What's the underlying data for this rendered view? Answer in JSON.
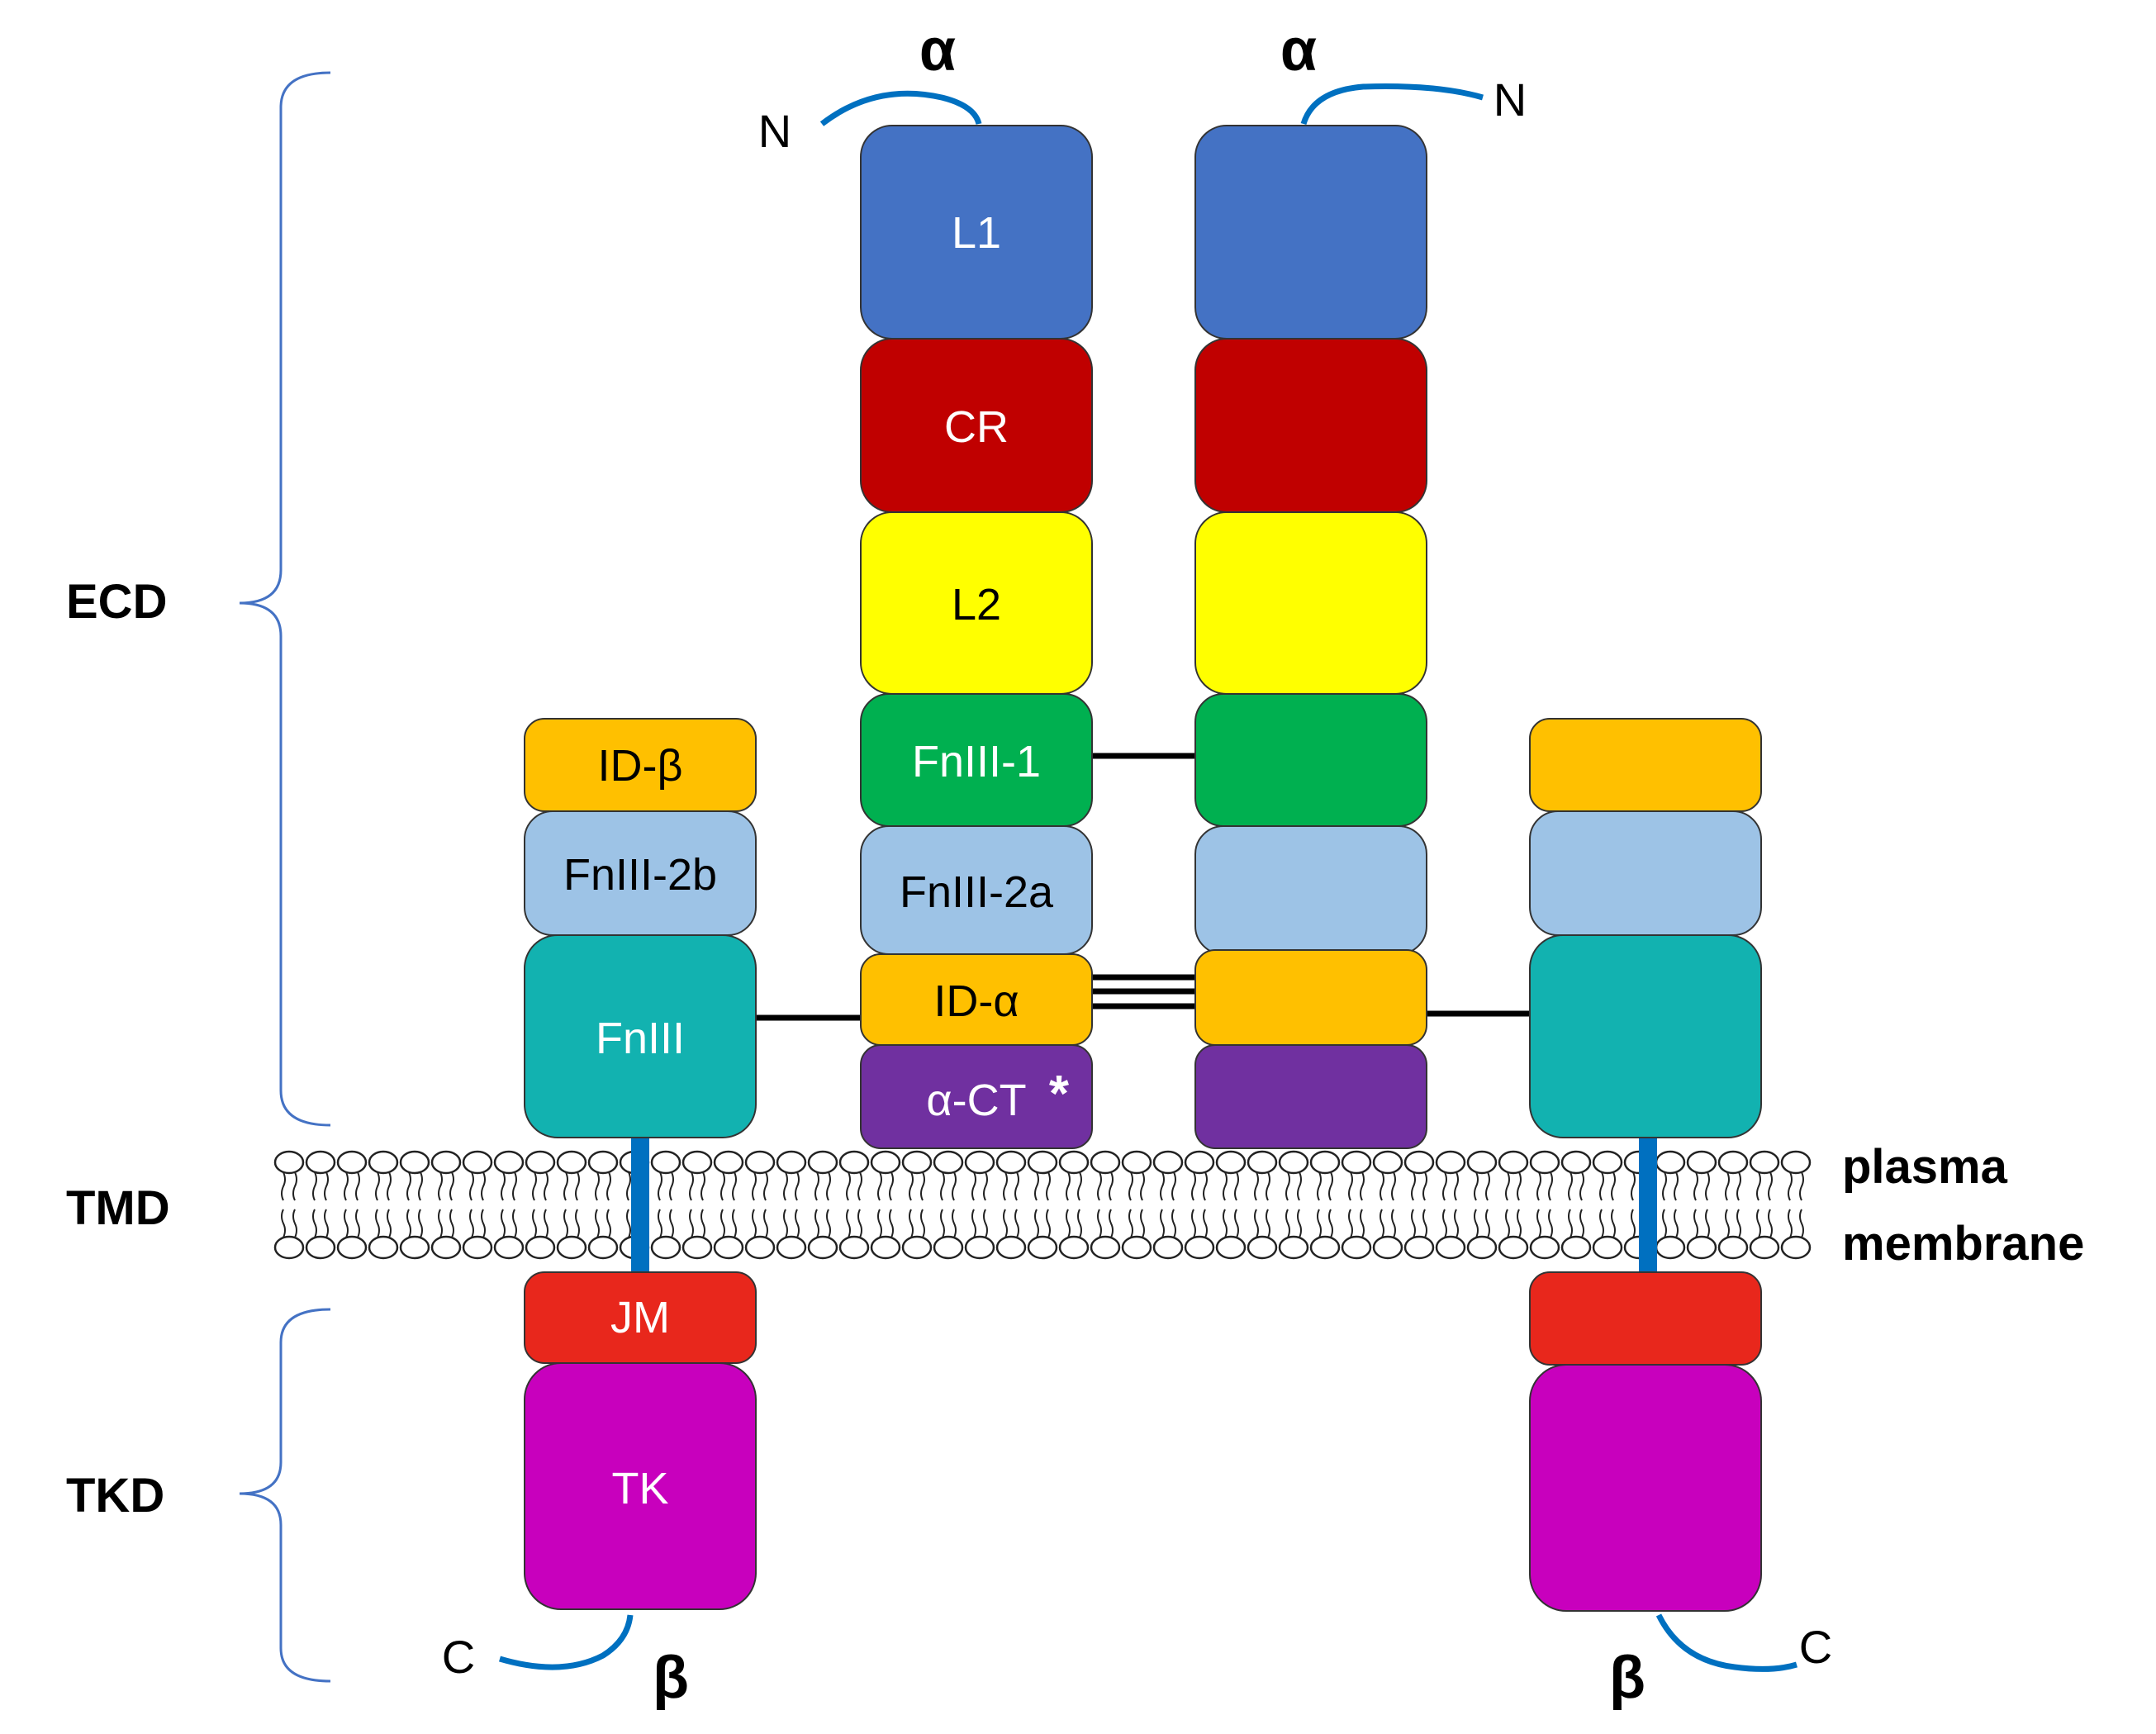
{
  "colors": {
    "L1": "#4472c4",
    "CR": "#c00000",
    "L2": "#ffff00",
    "FnIII-1": "#00b050",
    "FnIII-2": "#9dc3e6",
    "ID": "#ffc000",
    "alpha-CT": "#7030a0",
    "FnIII-3": "#12b2b0",
    "JM": "#e8271c",
    "TK": "#c800bd",
    "terminus_line": "#0070c0",
    "tm_helix": "#0070c0",
    "brace": "#4472c4"
  },
  "regions": {
    "ecd": "ECD",
    "tmd": "TMD",
    "tkd": "TKD"
  },
  "membrane_label": {
    "line1": "plasma",
    "line2": "membrane"
  },
  "subunits": {
    "alpha_left": "α",
    "alpha_right": "α",
    "beta_left": "β",
    "beta_right": "β"
  },
  "termini": {
    "n_left": "N",
    "n_right": "N",
    "c_left": "C",
    "c_right": "C"
  },
  "domains": {
    "L1": "L1",
    "CR": "CR",
    "L2": "L2",
    "FnIII_1": "FnIII-1",
    "FnIII_2a": "FnIII-2a",
    "ID_alpha": "ID-α",
    "alpha_CT": "α-CT",
    "alpha_CT_mark": "*",
    "ID_beta": "ID-β",
    "FnIII_2b": "FnIII-2b",
    "FnIII": "FnIII",
    "JM": "JM",
    "TK": "TK"
  }
}
